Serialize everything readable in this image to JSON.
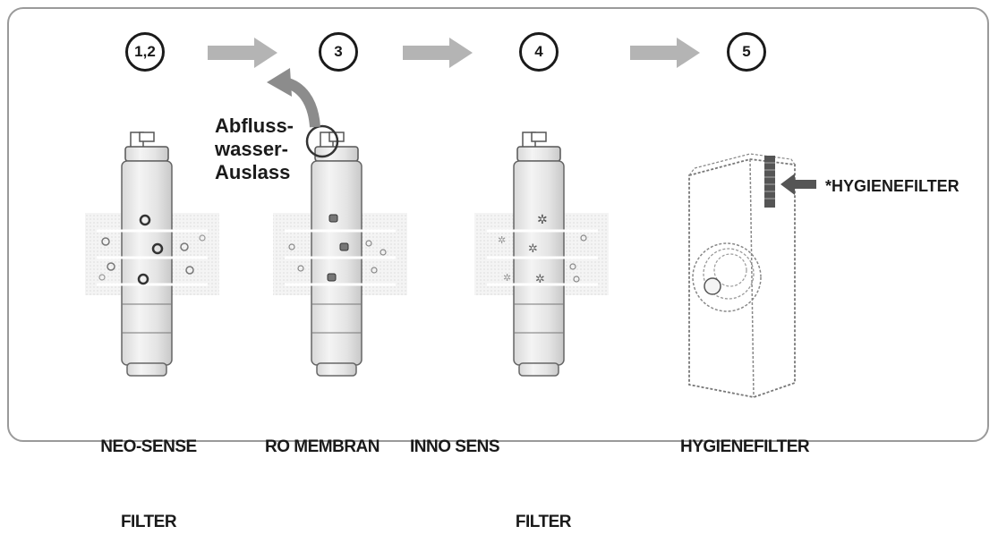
{
  "steps": [
    {
      "number": "1,2",
      "label_line1": "NEO-SENSE",
      "label_line2": "FILTER"
    },
    {
      "number": "3",
      "label_line1": "RO MEMBRAN",
      "label_line2": ""
    },
    {
      "number": "4",
      "label_line1": "INNO SENS",
      "label_line2": "FILTER"
    },
    {
      "number": "5",
      "label_line1": "HYGIENEFILTER",
      "label_line2": ""
    }
  ],
  "outlet": {
    "line1": "Abfluss-",
    "line2": "wasser-",
    "line3": "Auslass"
  },
  "hygiene_callout": "*HYGIENEFILTER",
  "colors": {
    "arrow": "#b4b4b4",
    "ink": "#1a1a1a",
    "frame": "#9a9a9a",
    "curved_arrow": "#8c8c8c"
  }
}
